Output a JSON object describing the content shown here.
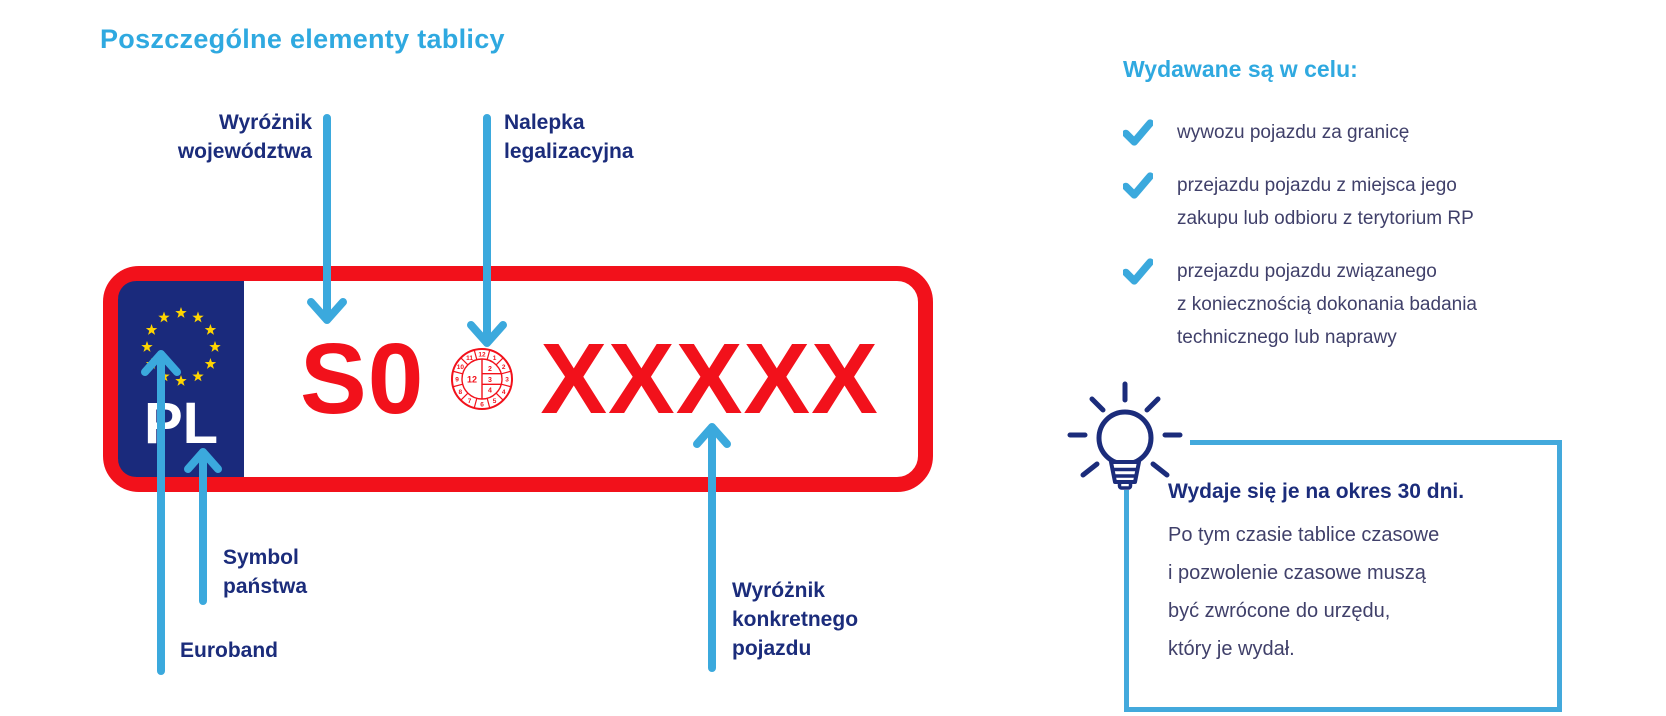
{
  "title": "Poszczególne elementy tablicy",
  "plate": {
    "country_code": "PL",
    "prefix": "S0",
    "suffix": "XXXXX",
    "sticker": {
      "months": [
        "12",
        "1",
        "2",
        "3",
        "4",
        "5",
        "6",
        "7",
        "8",
        "9",
        "10",
        "11"
      ],
      "center": "12",
      "right_rows": [
        "2",
        "3",
        "4"
      ]
    }
  },
  "labels": {
    "province": "Wyróżnik\nwojewództwa",
    "sticker": "Nalepka\nlegalizacyjna",
    "country": "Symbol\npaństwa",
    "euroband": "Euroband",
    "vehicle": "Wyróżnik\nkonkretnego\npojazdu"
  },
  "issued": {
    "heading": "Wydawane są w celu:",
    "items": [
      "wywozu pojazdu za granicę",
      "przejazdu pojazdu z miejsca jego\nzakupu lub odbioru z terytorium RP",
      "przejazdu pojazdu związanego\nz koniecznością dokonania badania\ntechnicznego lub naprawy"
    ]
  },
  "note": {
    "title": "Wydaje się je na okres 30 dni.",
    "body": "Po tym czasie tablice czasowe\ni pozwolenie czasowe muszą\nbyć zwrócone do urzędu,\nktóry je wydał."
  },
  "colors": {
    "accent_blue": "#36A9DE",
    "navy": "#1B2C7B",
    "plate_red": "#F2111B",
    "star_yellow": "#FFD500",
    "body_text": "#40406A",
    "euroband_bg": "#1A2A7C"
  }
}
